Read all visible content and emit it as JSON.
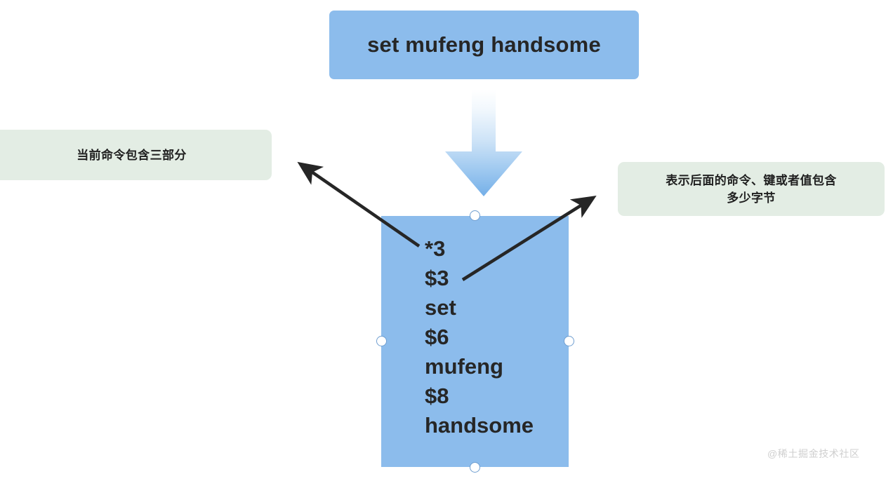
{
  "diagram": {
    "title_box": {
      "label": "set mufeng handsome",
      "fill_color": "#8cbcec"
    },
    "flow_arrow": {
      "icon": "arrow-down-icon",
      "gradient_from": "#ffffff",
      "gradient_to": "#7cb3ea"
    },
    "payload_box": {
      "fill_color": "#8cbcec",
      "lines": [
        "*3",
        "$3",
        "set",
        "$6",
        "mufeng",
        "$8",
        "handsome"
      ]
    },
    "selection_handles": [
      "handle-top-center",
      "handle-middle-left",
      "handle-middle-right",
      "handle-bottom-center"
    ],
    "callouts": [
      {
        "id": "callout-left",
        "text": "当前命令包含三部分",
        "fill_color": "#e3ede4"
      },
      {
        "id": "callout-right",
        "line1": "表示后面的命令、键或者值包含",
        "line2": "多少字节",
        "fill_color": "#e3ede4"
      }
    ],
    "pointer_arrows": [
      {
        "id": "arrow-to-left-callout",
        "color": "#262626"
      },
      {
        "id": "arrow-to-right-callout",
        "color": "#262626"
      }
    ],
    "watermark": "@稀土掘金技术社区"
  }
}
